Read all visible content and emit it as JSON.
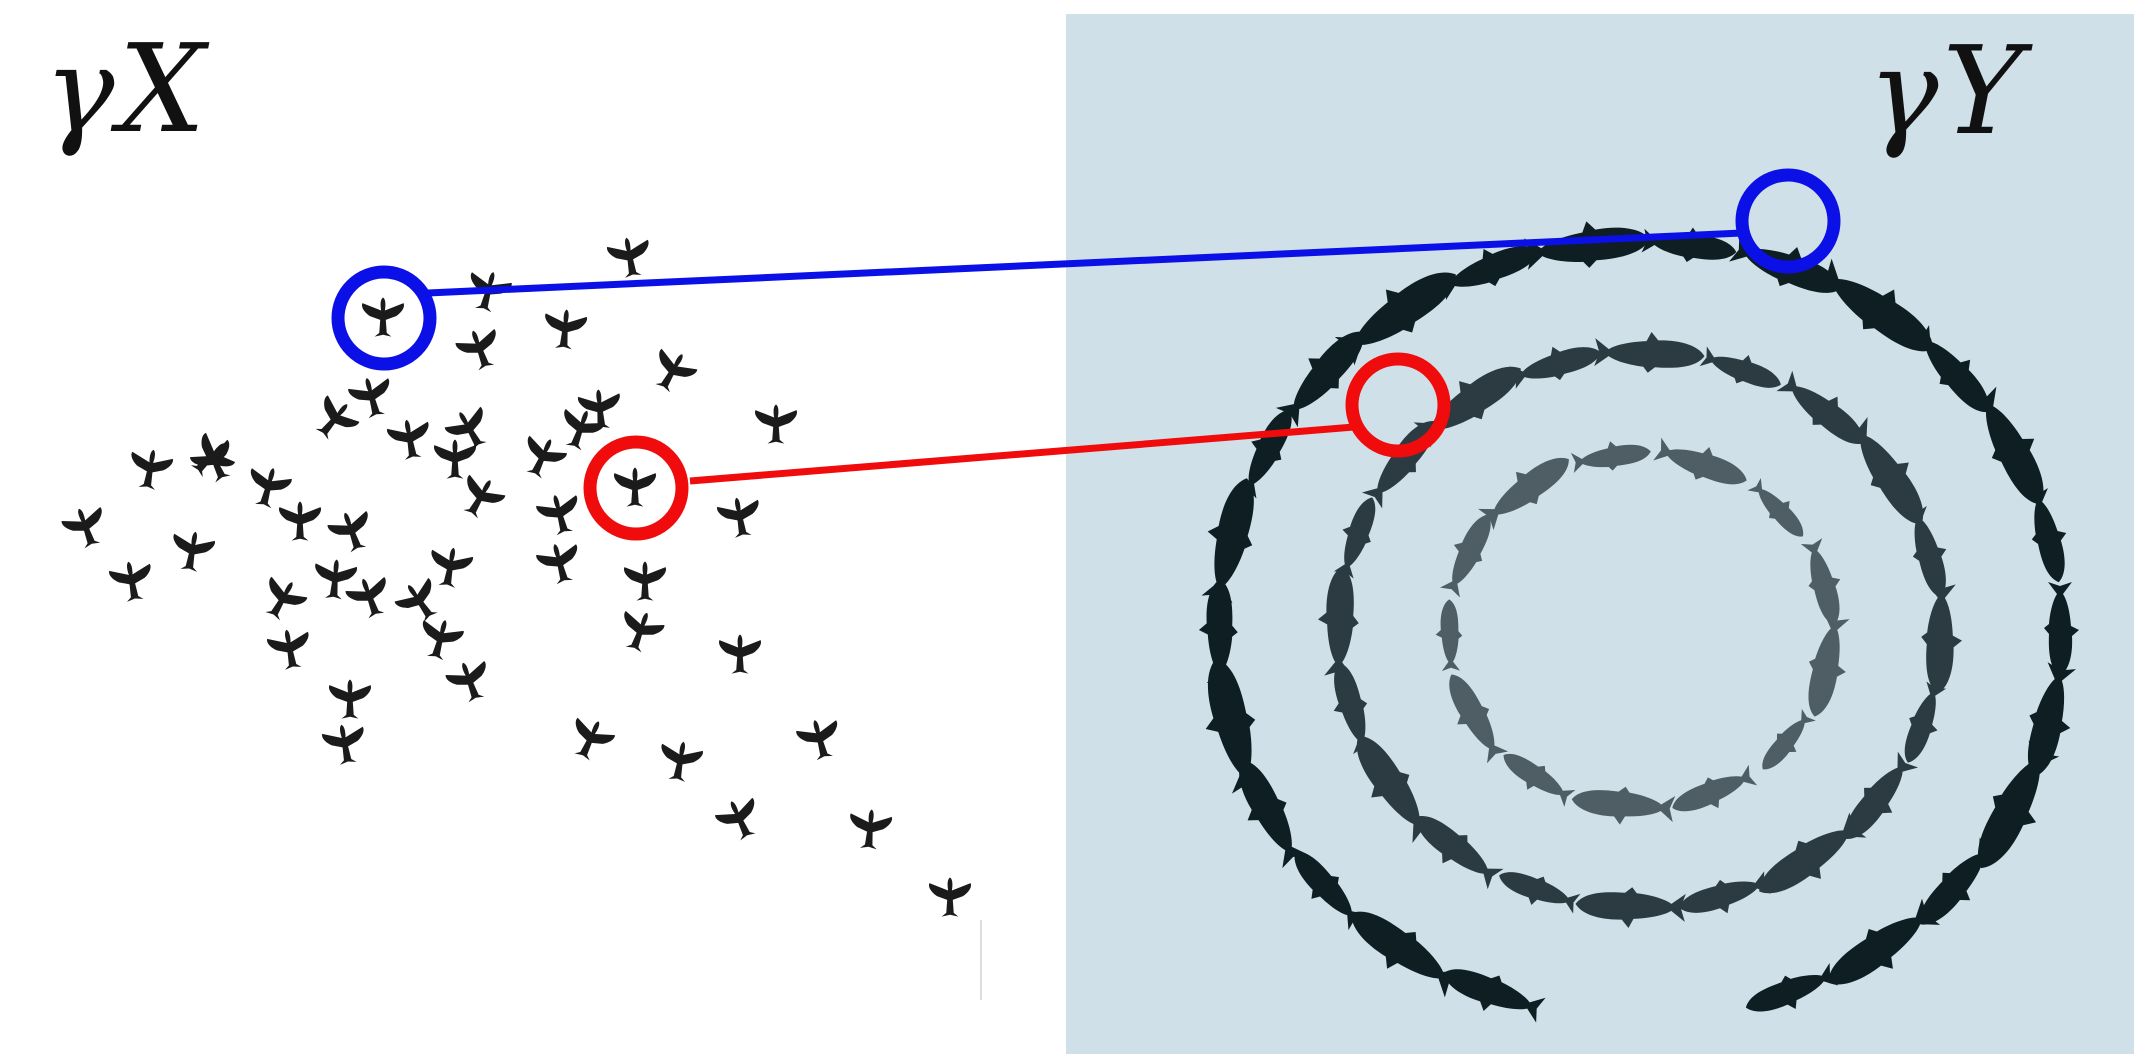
{
  "labels": {
    "source_gamma": "γ",
    "source_space": "X",
    "target_gamma": "γ",
    "target_space": "Y"
  },
  "colors": {
    "background": "#ffffff",
    "ocean_panel": "#cfe0e8",
    "bird": "#1b1b1b",
    "fish_dark": "#0e1e22",
    "fish_mid": "#2b3b41",
    "fish_light": "#4f5e64",
    "match_blue": "#0a10e6",
    "match_red": "#f00c0c"
  },
  "icons": {
    "flock": "bird-silhouette-icon",
    "school": "fish-silhouette-icon"
  },
  "correspondences": [
    {
      "name": "correspondence-blue",
      "color_key": "match_blue"
    },
    {
      "name": "correspondence-red",
      "color_key": "match_red"
    }
  ]
}
